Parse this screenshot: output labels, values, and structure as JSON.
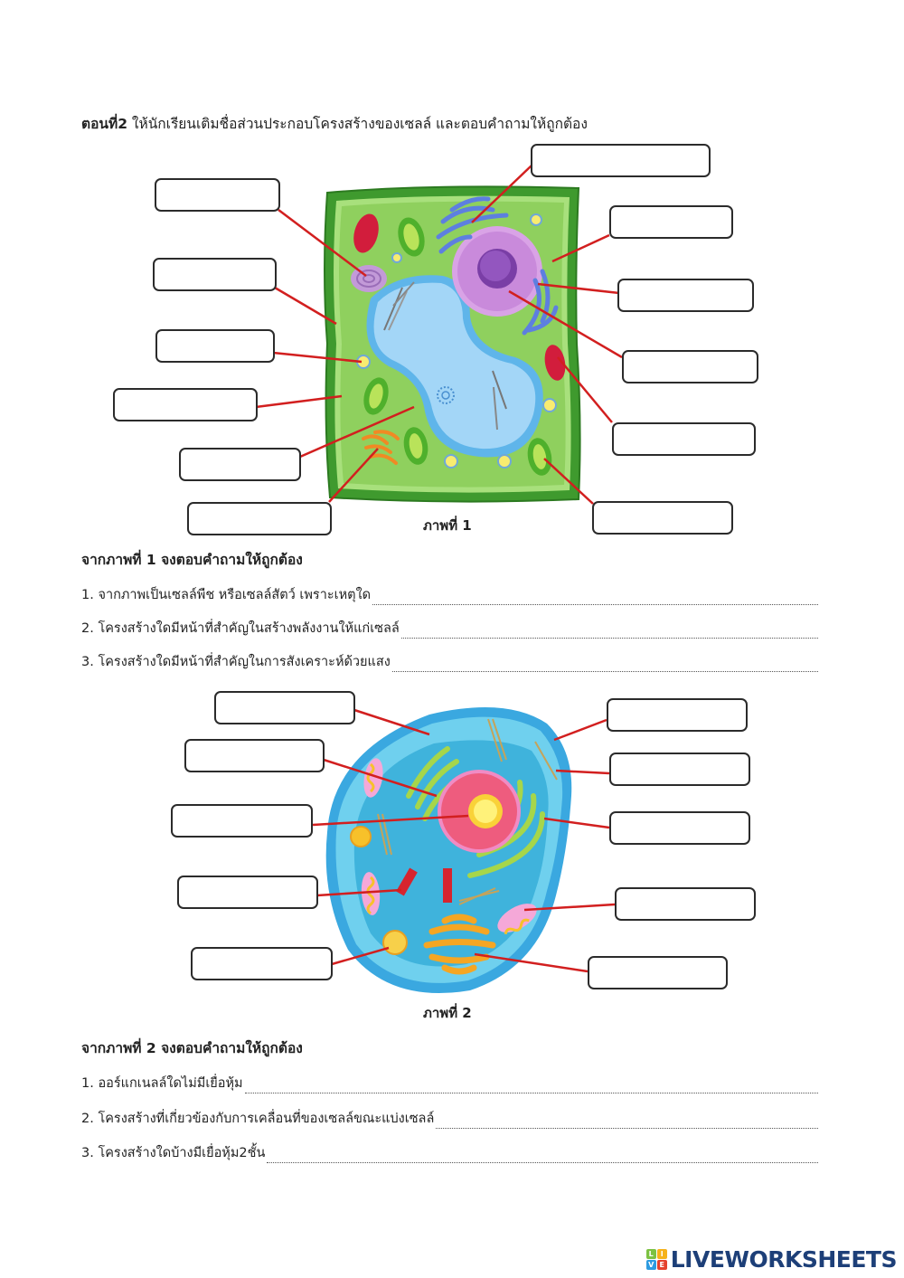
{
  "intro": {
    "part_label": "ตอนที่2",
    "instruction": " ให้นักเรียนเติมชื่อส่วนประกอบโครงสร้างของเซลล์ และตอบคำถามให้ถูกต้อง"
  },
  "figure1": {
    "caption": "ภาพที่ 1",
    "cell_type_visual": "plant-cell",
    "label_boxes": [
      {
        "id": "p1",
        "value": "",
        "placeholder": ""
      },
      {
        "id": "p2",
        "value": "",
        "placeholder": ""
      },
      {
        "id": "p3",
        "value": "",
        "placeholder": ""
      },
      {
        "id": "p4",
        "value": "",
        "placeholder": ""
      },
      {
        "id": "p5",
        "value": "",
        "placeholder": ""
      },
      {
        "id": "p6",
        "value": "",
        "placeholder": ""
      },
      {
        "id": "p7",
        "value": "",
        "placeholder": ""
      },
      {
        "id": "p8",
        "value": "",
        "placeholder": ""
      },
      {
        "id": "p9",
        "value": "",
        "placeholder": ""
      },
      {
        "id": "p10",
        "value": "",
        "placeholder": ""
      },
      {
        "id": "p11",
        "value": "",
        "placeholder": ""
      },
      {
        "id": "p12",
        "value": "",
        "placeholder": ""
      }
    ]
  },
  "questions1": {
    "heading": "จากภาพที่ 1 จงตอบคำถามให้ถูกต้อง",
    "items": [
      {
        "text": "1. จากภาพเป็นเซลล์พืช หรือเซลล์สัตว์ เพราะเหตุใด",
        "answer": ""
      },
      {
        "text": "2. โครงสร้างใดมีหน้าที่สำคัญในสร้างพลังงานให้แก่เซลล์",
        "answer": ""
      },
      {
        "text": "3. โครงสร้างใดมีหน้าที่สำคัญในการสังเคราะห์ด้วยแสง",
        "answer": ""
      }
    ]
  },
  "figure2": {
    "caption": "ภาพที่ 2",
    "cell_type_visual": "animal-cell",
    "label_boxes": [
      {
        "id": "a1",
        "value": "",
        "placeholder": ""
      },
      {
        "id": "a2",
        "value": "",
        "placeholder": ""
      },
      {
        "id": "a3",
        "value": "",
        "placeholder": ""
      },
      {
        "id": "a4",
        "value": "",
        "placeholder": ""
      },
      {
        "id": "a5",
        "value": "",
        "placeholder": ""
      },
      {
        "id": "a6",
        "value": "",
        "placeholder": ""
      },
      {
        "id": "a7",
        "value": "",
        "placeholder": ""
      },
      {
        "id": "a8",
        "value": "",
        "placeholder": ""
      },
      {
        "id": "a9",
        "value": "",
        "placeholder": ""
      },
      {
        "id": "a10",
        "value": "",
        "placeholder": ""
      }
    ]
  },
  "questions2": {
    "heading": "จากภาพที่ 2 จงตอบคำถามให้ถูกต้อง",
    "items": [
      {
        "text": "1. ออร์แกเนลล์ใดไม่มีเยื่อหุ้ม",
        "answer": ""
      },
      {
        "text": "2. โครงสร้างที่เกี่ยวข้องกับการเคลื่อนที่ของเซลล์ขณะแบ่งเซลล์",
        "answer": ""
      },
      {
        "text": "3. โครงสร้างใดบ้างมีเยื่อหุ้ม2ชั้น",
        "answer": ""
      }
    ]
  },
  "branding": {
    "tiles": [
      "L",
      "I",
      "V",
      "E"
    ],
    "tile_colors": [
      "#7cc242",
      "#f6b21a",
      "#2e9be0",
      "#e5412d"
    ],
    "wordmark": "LIVEWORKSHEETS",
    "wordmark_color": "#1d3f78"
  },
  "colors": {
    "leader_line": "#d21f1f",
    "box_border": "#2b2b2b"
  }
}
